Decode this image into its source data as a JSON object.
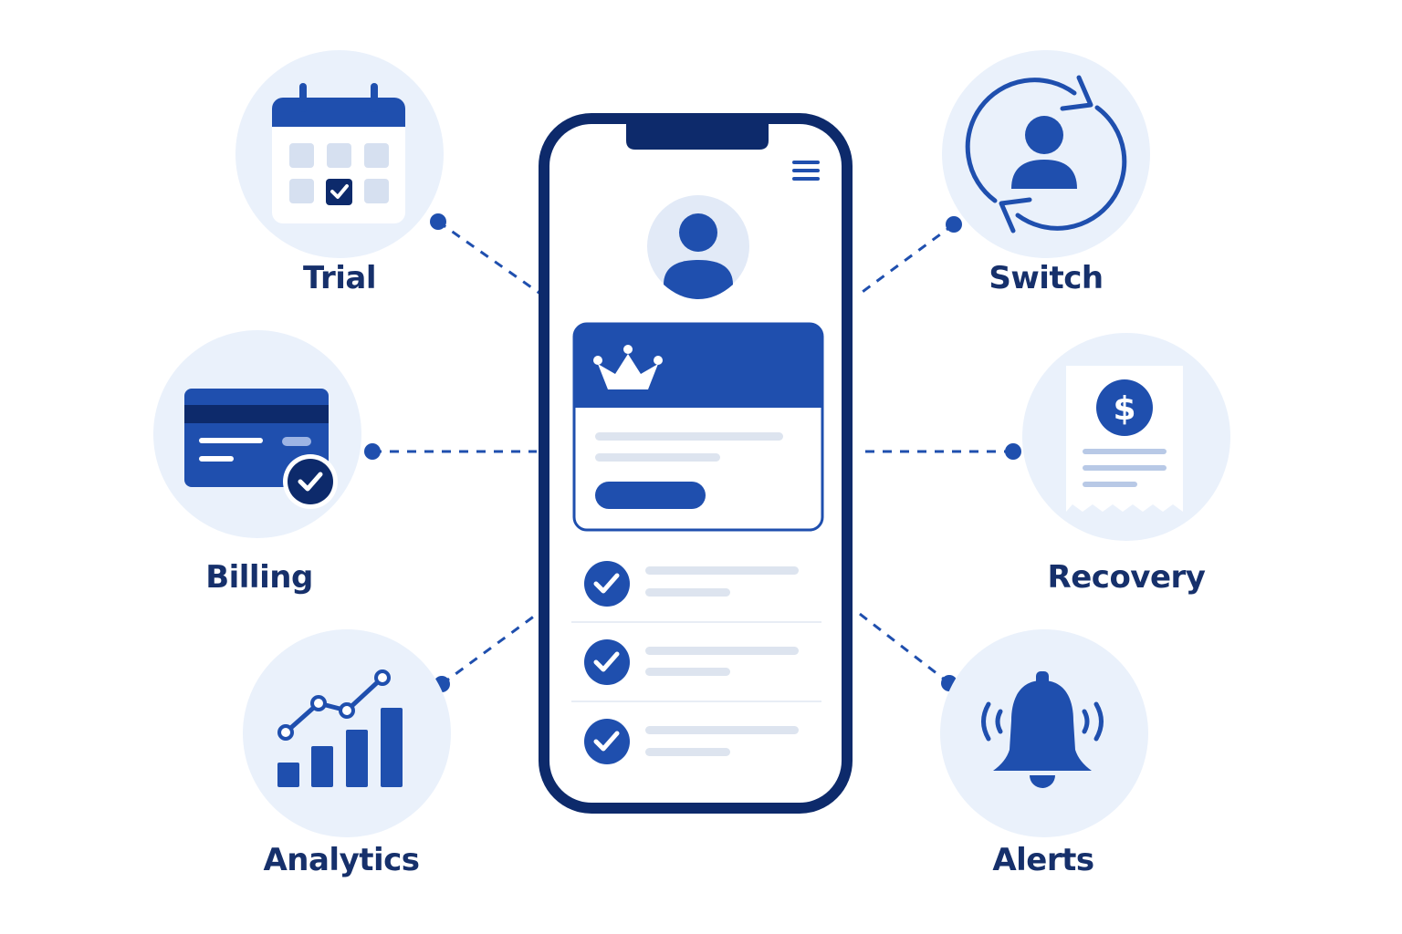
{
  "colors": {
    "primary": "#1f4fae",
    "dark": "#0d2a6b",
    "bubble": "#eaf1fb",
    "light_line": "#dde4ef",
    "label": "#16306b"
  },
  "features": {
    "trial": {
      "label": "Trial",
      "icon": "calendar-check-icon"
    },
    "switch": {
      "label": "Switch",
      "icon": "user-switch-icon"
    },
    "billing": {
      "label": "Billing",
      "icon": "credit-card-check-icon"
    },
    "recovery": {
      "label": "Recovery",
      "icon": "receipt-dollar-icon"
    },
    "analytics": {
      "label": "Analytics",
      "icon": "bar-chart-trend-icon"
    },
    "alerts": {
      "label": "Alerts",
      "icon": "bell-ringing-icon"
    }
  },
  "phone": {
    "menu_icon": "hamburger-menu-icon",
    "avatar_icon": "user-avatar-icon",
    "plan_card_icon": "crown-icon",
    "checklist_icon": "check-circle-icon",
    "checklist_count": 3
  }
}
